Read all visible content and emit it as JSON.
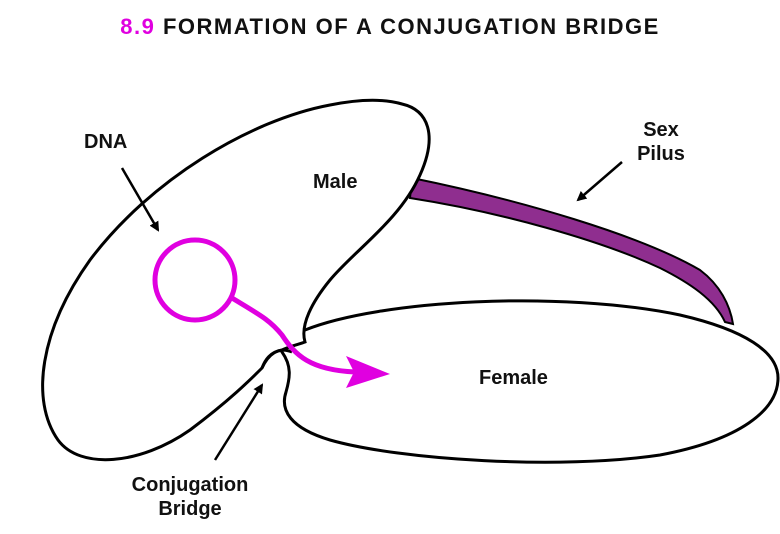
{
  "title": {
    "number": "8.9",
    "text": "FORMATION OF A CONJUGATION BRIDGE"
  },
  "labels": {
    "dna": "DNA",
    "male": "Male",
    "female": "Female",
    "sex_pilus_line1": "Sex",
    "sex_pilus_line2": "Pilus",
    "conjugation_bridge_line1": "Conjugation",
    "conjugation_bridge_line2": "Bridge"
  },
  "colors": {
    "dna": "#e000e0",
    "pilus": "#8f2e8f",
    "outline": "#000000"
  }
}
